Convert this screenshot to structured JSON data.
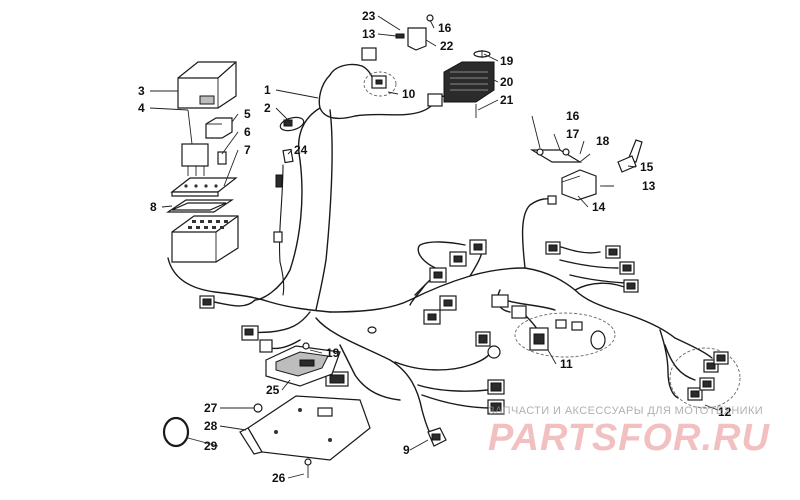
{
  "diagram": {
    "callouts": [
      {
        "id": "c1",
        "label": "1"
      },
      {
        "id": "c2",
        "label": "2"
      },
      {
        "id": "c3",
        "label": "3"
      },
      {
        "id": "c4",
        "label": "4"
      },
      {
        "id": "c5",
        "label": "5"
      },
      {
        "id": "c6",
        "label": "6"
      },
      {
        "id": "c7",
        "label": "7"
      },
      {
        "id": "c8",
        "label": "8"
      },
      {
        "id": "c9",
        "label": "9"
      },
      {
        "id": "c10",
        "label": "10"
      },
      {
        "id": "c11",
        "label": "11"
      },
      {
        "id": "c12",
        "label": "12"
      },
      {
        "id": "c13a",
        "label": "13"
      },
      {
        "id": "c13b",
        "label": "13"
      },
      {
        "id": "c14",
        "label": "14"
      },
      {
        "id": "c15",
        "label": "15"
      },
      {
        "id": "c16a",
        "label": "16"
      },
      {
        "id": "c16b",
        "label": "16"
      },
      {
        "id": "c17",
        "label": "17"
      },
      {
        "id": "c18",
        "label": "18"
      },
      {
        "id": "c19a",
        "label": "19"
      },
      {
        "id": "c19b",
        "label": "19"
      },
      {
        "id": "c20",
        "label": "20"
      },
      {
        "id": "c21",
        "label": "21"
      },
      {
        "id": "c22",
        "label": "22"
      },
      {
        "id": "c23",
        "label": "23"
      },
      {
        "id": "c24",
        "label": "24"
      },
      {
        "id": "c25",
        "label": "25"
      },
      {
        "id": "c26",
        "label": "26"
      },
      {
        "id": "c27",
        "label": "27"
      },
      {
        "id": "c28",
        "label": "28"
      },
      {
        "id": "c29",
        "label": "29"
      }
    ]
  },
  "watermark": {
    "subtitle": "ЗАПЧАСТИ И АКСЕССУАРЫ ДЛЯ МОТОТЕХНИКИ",
    "brand": "PARTSFOR.RU",
    "color": "#e88c8c"
  }
}
